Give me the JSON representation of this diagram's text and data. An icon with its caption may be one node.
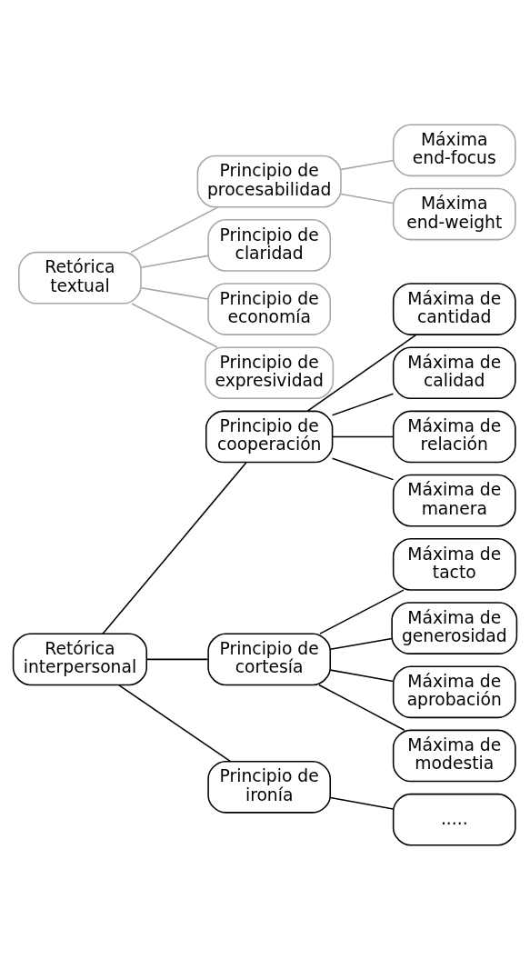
{
  "diagram": {
    "nodes": [
      {
        "text": [
          "Retórica interpersonal"
        ]
      },
      {
        "text": [
          "Principio de cooperación"
        ]
      },
      {
        "text": [
          "Máxima de cantidad"
        ]
      },
      {
        "text": [
          "Máxima de calidad"
        ]
      },
      {
        "text": [
          "Máxima de relación"
        ]
      },
      {
        "text": [
          "Máxima de manera"
        ]
      },
      {
        "text": [
          "Principio de cortesía"
        ]
      },
      {
        "text": [
          "Máxima de tacto"
        ]
      },
      {
        "text": [
          "Máxima de generosidad"
        ]
      },
      {
        "text": [
          "Máxima de aprobación"
        ]
      },
      {
        "text": [
          "Máxima de modestia"
        ]
      },
      {
        "text": [
          "Principio de ironía"
        ]
      },
      {
        "text": [
          "....."
        ]
      },
      {
        "text": [
          "Retórica textual"
        ]
      },
      {
        "text": [
          "Principio de procesabilidad"
        ]
      },
      {
        "text": [
          "Máxima end-focus"
        ]
      },
      {
        "text": [
          "Máxima end-weight"
        ]
      },
      {
        "text": [
          "Principio de claridad"
        ]
      },
      {
        "text": [
          "Principio de economía"
        ]
      },
      {
        "text": [
          "Principio de expresividad"
        ]
      }
    ],
    "edges": [
      {
        "from": 0,
        "to": 1,
        "arrow": "none"
      },
      {
        "from": 1,
        "to": 2,
        "arrow": "none"
      },
      {
        "from": 1,
        "to": 3,
        "arrow": "none"
      },
      {
        "from": 1,
        "to": 4,
        "arrow": "none"
      },
      {
        "from": 1,
        "to": 5,
        "arrow": "none"
      },
      {
        "from": 0,
        "to": 6,
        "arrow": "none"
      },
      {
        "from": 6,
        "to": 7,
        "arrow": "none"
      },
      {
        "from": 6,
        "to": 8,
        "arrow": "none"
      },
      {
        "from": 6,
        "to": 9,
        "arrow": "none"
      },
      {
        "from": 6,
        "to": 10,
        "arrow": "none"
      },
      {
        "from": 0,
        "to": 11,
        "arrow": "none"
      },
      {
        "from": 11,
        "to": 12,
        "arrow": "none"
      },
      {
        "from": 13,
        "to": 14,
        "arrow": "none",
        "color": "#a6a6a6"
      },
      {
        "from": 14,
        "to": 15,
        "arrow": "none",
        "color": "#a6a6a6"
      },
      {
        "from": 14,
        "to": 16,
        "arrow": "none",
        "color": "#a6a6a6"
      },
      {
        "from": 13,
        "to": 17,
        "arrow": "none",
        "color": "#a6a6a6"
      },
      {
        "from": 13,
        "to": 18,
        "arrow": "none",
        "color": "#a6a6a6"
      },
      {
        "from": 13,
        "to": 19,
        "arrow": "none",
        "color": "#a6a6a6"
      }
    ]
  }
}
